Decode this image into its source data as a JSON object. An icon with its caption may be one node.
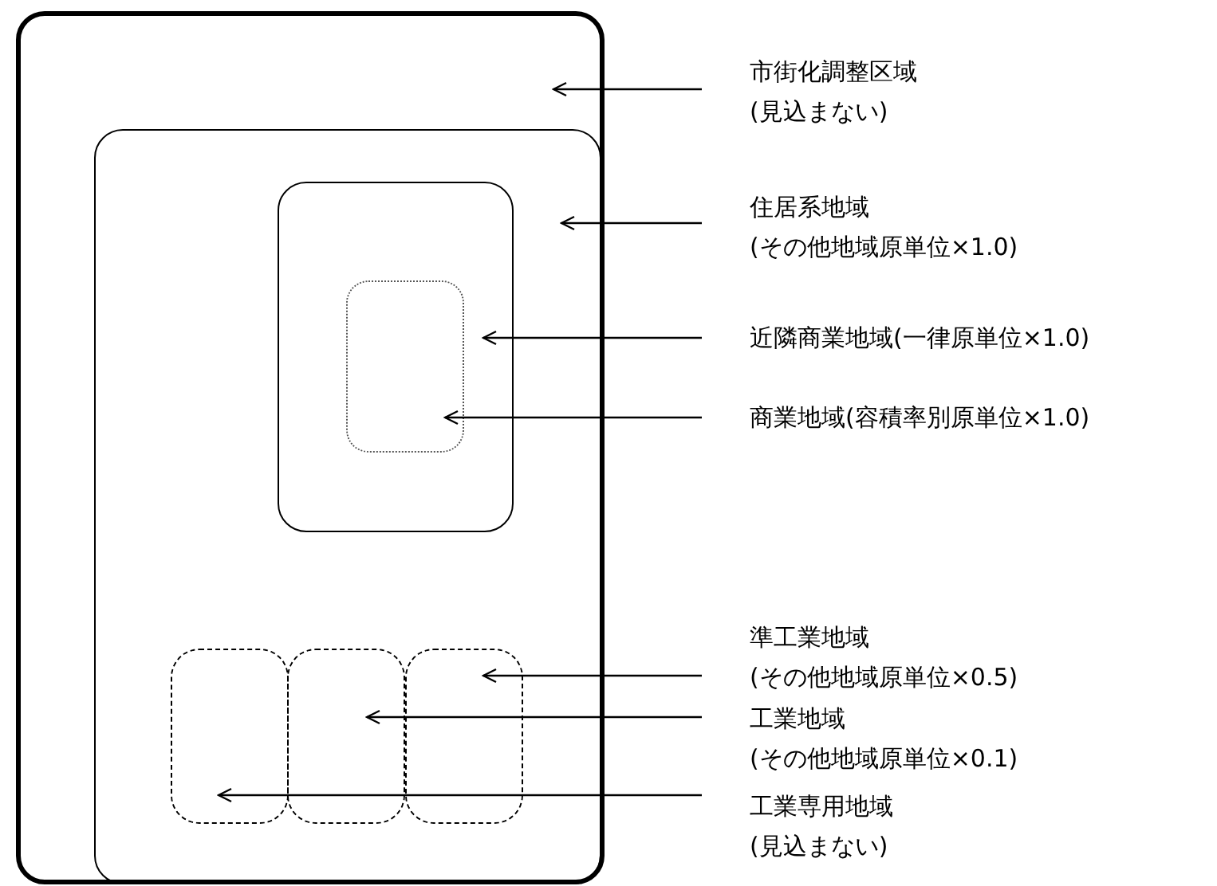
{
  "diagram": {
    "nodes": [
      {
        "text": [],
        "shape": "box"
      },
      {
        "text": [],
        "shape": "box",
        "in": 0
      },
      {
        "text": [],
        "shape": "box",
        "in": 1
      },
      {
        "text": [],
        "shape": "box",
        "in": 2
      },
      {
        "text": [],
        "shape": "box",
        "in": 1
      },
      {
        "text": [],
        "shape": "box",
        "in": 1
      },
      {
        "text": [],
        "shape": "box",
        "in": 1
      },
      {
        "text": [
          "市街化調整区域",
          "(見込まない)"
        ]
      },
      {
        "text": [
          "住居系地域",
          "(その他地域原単位×1.0)"
        ]
      },
      {
        "text": [
          "近隣商業地域(一律原単位×1.0)"
        ]
      },
      {
        "text": [
          "商業地域(容積率別原単位×1.0)"
        ]
      },
      {
        "text": [
          "準工業地域",
          "(その他地域原単位×0.5)"
        ]
      },
      {
        "text": [
          "工業地域",
          "(その他地域原単位×0.1)"
        ]
      },
      {
        "text": [
          "工業専用地域",
          "(見込まない)"
        ]
      }
    ],
    "edges": [
      {
        "from": 7,
        "to": 0,
        "arrow": "to"
      },
      {
        "from": 8,
        "to": 1,
        "arrow": "to"
      },
      {
        "from": 9,
        "to": 2,
        "arrow": "to"
      },
      {
        "from": 10,
        "to": 3,
        "arrow": "to"
      },
      {
        "from": 11,
        "to": 6,
        "arrow": "to"
      },
      {
        "from": 12,
        "to": 5,
        "arrow": "to"
      },
      {
        "from": 13,
        "to": 4,
        "arrow": "to"
      }
    ]
  }
}
